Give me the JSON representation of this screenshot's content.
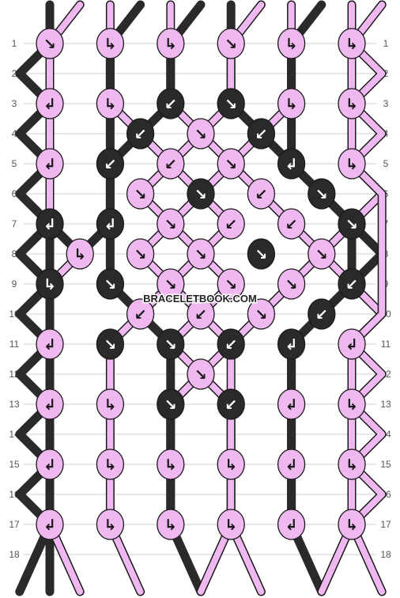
{
  "colors": {
    "A": "#2a2a2a",
    "B": "#f0b8f0",
    "outline": "#1a1a1a",
    "gridline": "#cfcfcf",
    "arrow_on_light": "#1a1a1a",
    "arrow_on_dark": "#ffffff"
  },
  "row_labels": [
    "1",
    "2",
    "3",
    "4",
    "5",
    "6",
    "7",
    "8",
    "9",
    "10",
    "11",
    "12",
    "13",
    "14",
    "15",
    "16",
    "17",
    "18"
  ],
  "top_strands": [
    "A",
    "B",
    "B",
    "A",
    "B",
    "A",
    "A",
    "B",
    "B",
    "A",
    "B",
    "B"
  ],
  "bottom_strands": [
    "A",
    "B",
    "B",
    "A",
    "A",
    "B",
    "B",
    "A",
    "A",
    "B",
    "B",
    "A"
  ],
  "watermark": "BRACELETBOOK.COM",
  "knots": [
    {
      "row": 1,
      "col": 0,
      "color": "B",
      "arrow": "↘"
    },
    {
      "row": 1,
      "col": 2,
      "color": "B",
      "arrow": "↳"
    },
    {
      "row": 1,
      "col": 4,
      "color": "B",
      "arrow": "↳"
    },
    {
      "row": 1,
      "col": 6,
      "color": "B",
      "arrow": "↘"
    },
    {
      "row": 1,
      "col": 8,
      "color": "B",
      "arrow": "↳"
    },
    {
      "row": 1,
      "col": 10,
      "color": "B",
      "arrow": "↳"
    },
    {
      "row": 3,
      "col": 0,
      "color": "B",
      "arrow": "↲"
    },
    {
      "row": 3,
      "col": 2,
      "color": "B",
      "arrow": "↳"
    },
    {
      "row": 3,
      "col": 4,
      "color": "A",
      "arrow": "↙"
    },
    {
      "row": 3,
      "col": 6,
      "color": "A",
      "arrow": "↘"
    },
    {
      "row": 3,
      "col": 8,
      "color": "B",
      "arrow": "↳"
    },
    {
      "row": 3,
      "col": 10,
      "color": "B",
      "arrow": "↳"
    },
    {
      "row": 4,
      "col": 3,
      "color": "A",
      "arrow": "↙"
    },
    {
      "row": 4,
      "col": 5,
      "color": "B",
      "arrow": "↘"
    },
    {
      "row": 4,
      "col": 7,
      "color": "A",
      "arrow": "↙"
    },
    {
      "row": 5,
      "col": 0,
      "color": "B",
      "arrow": "↲"
    },
    {
      "row": 5,
      "col": 2,
      "color": "A",
      "arrow": "↙"
    },
    {
      "row": 5,
      "col": 4,
      "color": "B",
      "arrow": "↙"
    },
    {
      "row": 5,
      "col": 6,
      "color": "B",
      "arrow": "↘"
    },
    {
      "row": 5,
      "col": 8,
      "color": "A",
      "arrow": "↲"
    },
    {
      "row": 5,
      "col": 10,
      "color": "B",
      "arrow": "↳"
    },
    {
      "row": 6,
      "col": 3,
      "color": "B",
      "arrow": "↘"
    },
    {
      "row": 6,
      "col": 5,
      "color": "A",
      "arrow": "↘"
    },
    {
      "row": 6,
      "col": 7,
      "color": "B",
      "arrow": "↙"
    },
    {
      "row": 6,
      "col": 9,
      "color": "A",
      "arrow": "↘"
    },
    {
      "row": 7,
      "col": 0,
      "color": "A",
      "arrow": "↲"
    },
    {
      "row": 7,
      "col": 2,
      "color": "A",
      "arrow": "↲"
    },
    {
      "row": 7,
      "col": 4,
      "color": "B",
      "arrow": "↘"
    },
    {
      "row": 7,
      "col": 6,
      "color": "B",
      "arrow": "↙"
    },
    {
      "row": 7,
      "col": 8,
      "color": "B",
      "arrow": "↙"
    },
    {
      "row": 7,
      "col": 10,
      "color": "A",
      "arrow": "↘"
    },
    {
      "row": 8,
      "col": 1,
      "color": "B",
      "arrow": "↳"
    },
    {
      "row": 8,
      "col": 3,
      "color": "B",
      "arrow": "↘"
    },
    {
      "row": 8,
      "col": 5,
      "color": "B",
      "arrow": "↘"
    },
    {
      "row": 8,
      "col": 7,
      "color": "A",
      "arrow": "↘"
    },
    {
      "row": 8,
      "col": 9,
      "color": "B",
      "arrow": "↘"
    },
    {
      "row": 9,
      "col": 0,
      "color": "A",
      "arrow": "↳"
    },
    {
      "row": 9,
      "col": 2,
      "color": "A",
      "arrow": "↘"
    },
    {
      "row": 9,
      "col": 4,
      "color": "B",
      "arrow": "↘"
    },
    {
      "row": 9,
      "col": 6,
      "color": "B",
      "arrow": "↘"
    },
    {
      "row": 9,
      "col": 8,
      "color": "B",
      "arrow": "↘"
    },
    {
      "row": 9,
      "col": 10,
      "color": "A",
      "arrow": "↙"
    },
    {
      "row": 10,
      "col": 3,
      "color": "B",
      "arrow": "↙"
    },
    {
      "row": 10,
      "col": 5,
      "color": "B",
      "arrow": "↙"
    },
    {
      "row": 10,
      "col": 7,
      "color": "B",
      "arrow": "↘"
    },
    {
      "row": 10,
      "col": 9,
      "color": "A",
      "arrow": "↙"
    },
    {
      "row": 11,
      "col": 0,
      "color": "B",
      "arrow": "↲"
    },
    {
      "row": 11,
      "col": 2,
      "color": "A",
      "arrow": "↘"
    },
    {
      "row": 11,
      "col": 4,
      "color": "A",
      "arrow": "↘"
    },
    {
      "row": 11,
      "col": 6,
      "color": "A",
      "arrow": "↙"
    },
    {
      "row": 11,
      "col": 8,
      "color": "A",
      "arrow": "↲"
    },
    {
      "row": 11,
      "col": 10,
      "color": "B",
      "arrow": "↲"
    },
    {
      "row": 12,
      "col": 5,
      "color": "B",
      "arrow": "↘"
    },
    {
      "row": 13,
      "col": 0,
      "color": "B",
      "arrow": "↲"
    },
    {
      "row": 13,
      "col": 2,
      "color": "B",
      "arrow": "↳"
    },
    {
      "row": 13,
      "col": 4,
      "color": "A",
      "arrow": "↘"
    },
    {
      "row": 13,
      "col": 6,
      "color": "A",
      "arrow": "↙"
    },
    {
      "row": 13,
      "col": 8,
      "color": "B",
      "arrow": "↲"
    },
    {
      "row": 13,
      "col": 10,
      "color": "B",
      "arrow": "↳"
    },
    {
      "row": 15,
      "col": 0,
      "color": "B",
      "arrow": "↲"
    },
    {
      "row": 15,
      "col": 2,
      "color": "B",
      "arrow": "↳"
    },
    {
      "row": 15,
      "col": 4,
      "color": "B",
      "arrow": "↳"
    },
    {
      "row": 15,
      "col": 6,
      "color": "B",
      "arrow": "↳"
    },
    {
      "row": 15,
      "col": 8,
      "color": "B",
      "arrow": "↲"
    },
    {
      "row": 15,
      "col": 10,
      "color": "B",
      "arrow": "↳"
    },
    {
      "row": 17,
      "col": 0,
      "color": "B",
      "arrow": "↲"
    },
    {
      "row": 17,
      "col": 2,
      "color": "B",
      "arrow": "↳"
    },
    {
      "row": 17,
      "col": 4,
      "color": "B",
      "arrow": "↳"
    },
    {
      "row": 17,
      "col": 6,
      "color": "B",
      "arrow": "↳"
    },
    {
      "row": 17,
      "col": 8,
      "color": "B",
      "arrow": "↲"
    },
    {
      "row": 17,
      "col": 10,
      "color": "B",
      "arrow": "↳"
    }
  ],
  "strands": [
    {
      "color": "A",
      "points": [
        [
          0,
          0
        ],
        [
          0,
          1
        ],
        [
          -1,
          2
        ],
        [
          0,
          3
        ],
        [
          -1,
          4
        ],
        [
          0,
          5
        ],
        [
          -1,
          6
        ],
        [
          0,
          7
        ],
        [
          -1,
          8
        ],
        [
          0,
          9
        ],
        [
          -1,
          10
        ],
        [
          0,
          11
        ],
        [
          -1,
          12
        ],
        [
          0,
          13
        ],
        [
          -1,
          14
        ],
        [
          0,
          15
        ],
        [
          -1,
          16
        ],
        [
          0,
          17
        ],
        [
          0,
          18
        ]
      ]
    },
    {
      "color": "B",
      "points": [
        [
          1,
          0
        ],
        [
          0,
          1
        ],
        [
          0,
          3
        ],
        [
          0,
          5
        ],
        [
          0,
          7
        ],
        [
          1,
          8
        ],
        [
          0,
          9
        ],
        [
          0,
          11
        ],
        [
          0,
          13
        ],
        [
          0,
          15
        ],
        [
          0,
          17
        ],
        [
          1,
          18
        ]
      ]
    },
    {
      "color": "B",
      "points": [
        [
          2,
          0
        ],
        [
          2,
          1
        ],
        [
          2,
          3
        ],
        [
          3,
          4
        ],
        [
          4,
          5
        ],
        [
          3,
          6
        ],
        [
          4,
          7
        ],
        [
          3,
          8
        ],
        [
          4,
          9
        ],
        [
          3,
          10
        ],
        [
          2,
          11
        ],
        [
          2,
          13
        ],
        [
          2,
          15
        ],
        [
          2,
          17
        ],
        [
          3,
          18
        ]
      ]
    },
    {
      "color": "A",
      "points": [
        [
          3,
          0
        ],
        [
          2,
          1
        ],
        [
          2,
          3
        ],
        [
          2,
          5
        ],
        [
          2,
          7
        ],
        [
          1,
          8
        ],
        [
          0,
          7
        ],
        [
          0,
          9
        ],
        [
          0,
          11
        ],
        [
          0,
          13
        ],
        [
          0,
          15
        ],
        [
          0,
          17
        ],
        [
          -1,
          18
        ]
      ]
    },
    {
      "color": "B",
      "points": [
        [
          4,
          0
        ],
        [
          4,
          1
        ],
        [
          4,
          3
        ],
        [
          5,
          4
        ],
        [
          6,
          5
        ],
        [
          5,
          6
        ],
        [
          6,
          7
        ],
        [
          5,
          8
        ],
        [
          4,
          9
        ],
        [
          5,
          10
        ],
        [
          6,
          11
        ],
        [
          5,
          12
        ],
        [
          4,
          13
        ],
        [
          4,
          15
        ],
        [
          4,
          17
        ],
        [
          5,
          18
        ]
      ]
    },
    {
      "color": "A",
      "points": [
        [
          5,
          0
        ],
        [
          4,
          1
        ],
        [
          4,
          3
        ],
        [
          3,
          4
        ],
        [
          2,
          5
        ],
        [
          2,
          7
        ],
        [
          2,
          9
        ],
        [
          3,
          10
        ],
        [
          4,
          11
        ],
        [
          4,
          13
        ],
        [
          4,
          15
        ],
        [
          4,
          17
        ],
        [
          5,
          18.2
        ]
      ]
    },
    {
      "color": "A",
      "points": [
        [
          6,
          0
        ],
        [
          6,
          1
        ],
        [
          6,
          3
        ],
        [
          7,
          4
        ],
        [
          8,
          5
        ],
        [
          9,
          6
        ],
        [
          10,
          7
        ],
        [
          10,
          9
        ],
        [
          9,
          10
        ],
        [
          8,
          11
        ],
        [
          8,
          13
        ],
        [
          8,
          15
        ],
        [
          8,
          17
        ],
        [
          9,
          18
        ]
      ]
    },
    {
      "color": "B",
      "points": [
        [
          7,
          0
        ],
        [
          6,
          1
        ],
        [
          6,
          3
        ],
        [
          5,
          4
        ],
        [
          4,
          5
        ],
        [
          5,
          6
        ],
        [
          4,
          7
        ],
        [
          5,
          8
        ],
        [
          6,
          9
        ],
        [
          5,
          10
        ],
        [
          4,
          11
        ],
        [
          5,
          12
        ],
        [
          6,
          13
        ],
        [
          6,
          15
        ],
        [
          6,
          17
        ],
        [
          7,
          18
        ]
      ]
    },
    {
      "color": "B",
      "points": [
        [
          8,
          0
        ],
        [
          8,
          1
        ],
        [
          8,
          3
        ],
        [
          7,
          4
        ],
        [
          6,
          5
        ],
        [
          7,
          6
        ],
        [
          8,
          7
        ],
        [
          9,
          8
        ],
        [
          8,
          9
        ],
        [
          7,
          10
        ],
        [
          6,
          11
        ],
        [
          6,
          13
        ],
        [
          6,
          15
        ],
        [
          6,
          17
        ],
        [
          5,
          18
        ]
      ]
    },
    {
      "color": "A",
      "points": [
        [
          9,
          0
        ],
        [
          8,
          1
        ],
        [
          8,
          3
        ],
        [
          8,
          5
        ],
        [
          9,
          6
        ],
        [
          10,
          7
        ],
        [
          11,
          8
        ],
        [
          10,
          9
        ],
        [
          9,
          10
        ],
        [
          8,
          11
        ],
        [
          8,
          13
        ],
        [
          8,
          15
        ],
        [
          8,
          17
        ],
        [
          9,
          18
        ]
      ]
    },
    {
      "color": "B",
      "points": [
        [
          10,
          0
        ],
        [
          10,
          1
        ],
        [
          10,
          3
        ],
        [
          10,
          5
        ],
        [
          11,
          6
        ],
        [
          10,
          7
        ],
        [
          9,
          8
        ],
        [
          10,
          9
        ],
        [
          11,
          10
        ],
        [
          10,
          11
        ],
        [
          10,
          13
        ],
        [
          10,
          15
        ],
        [
          10,
          17
        ],
        [
          11,
          18
        ]
      ]
    },
    {
      "color": "B",
      "points": [
        [
          11,
          0
        ],
        [
          10,
          1
        ],
        [
          11,
          2
        ],
        [
          10,
          3
        ],
        [
          11,
          4
        ],
        [
          10,
          5
        ],
        [
          11,
          6
        ],
        [
          11,
          8
        ],
        [
          11,
          10
        ],
        [
          10,
          11
        ],
        [
          11,
          12
        ],
        [
          10,
          13
        ],
        [
          11,
          14
        ],
        [
          10,
          15
        ],
        [
          11,
          16
        ],
        [
          10,
          17
        ],
        [
          9,
          18
        ]
      ]
    }
  ]
}
